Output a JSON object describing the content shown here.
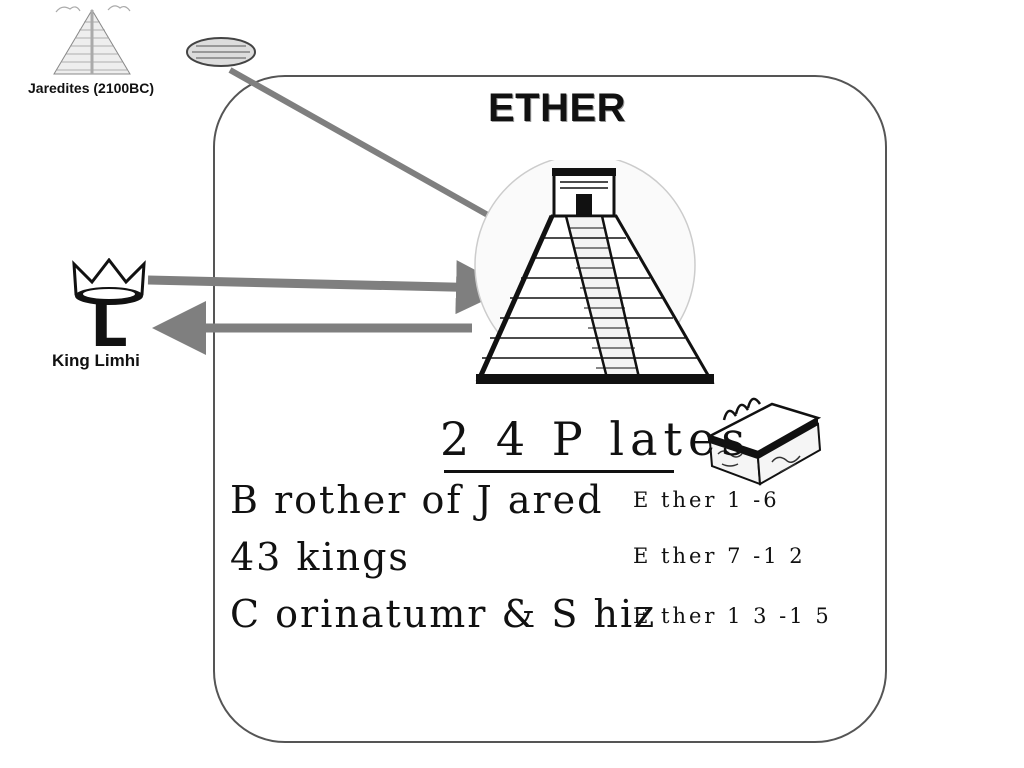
{
  "title": "ETHER",
  "sources": {
    "jaredites_label": "Jaredites (2100BC)",
    "limhi_label": "King Limhi",
    "limhi_letter": "L"
  },
  "plates": {
    "heading": "2 4 P lates",
    "rows": [
      {
        "name": "B rother of J ared",
        "ref": "E ther 1 -6"
      },
      {
        "name": "43 kings",
        "ref": "E ther 7 -1 2"
      },
      {
        "name": "C orinatumr & S hiz",
        "ref": "E ther 1 3 -1 5"
      }
    ]
  },
  "icons": [
    "small-pyramid-icon",
    "stone-tablet-icon",
    "crown-icon",
    "mayan-pyramid-icon",
    "plates-box-icon"
  ],
  "colors": {
    "arrow": "#7f7f7f",
    "frame": "#555555",
    "text": "#111111"
  }
}
